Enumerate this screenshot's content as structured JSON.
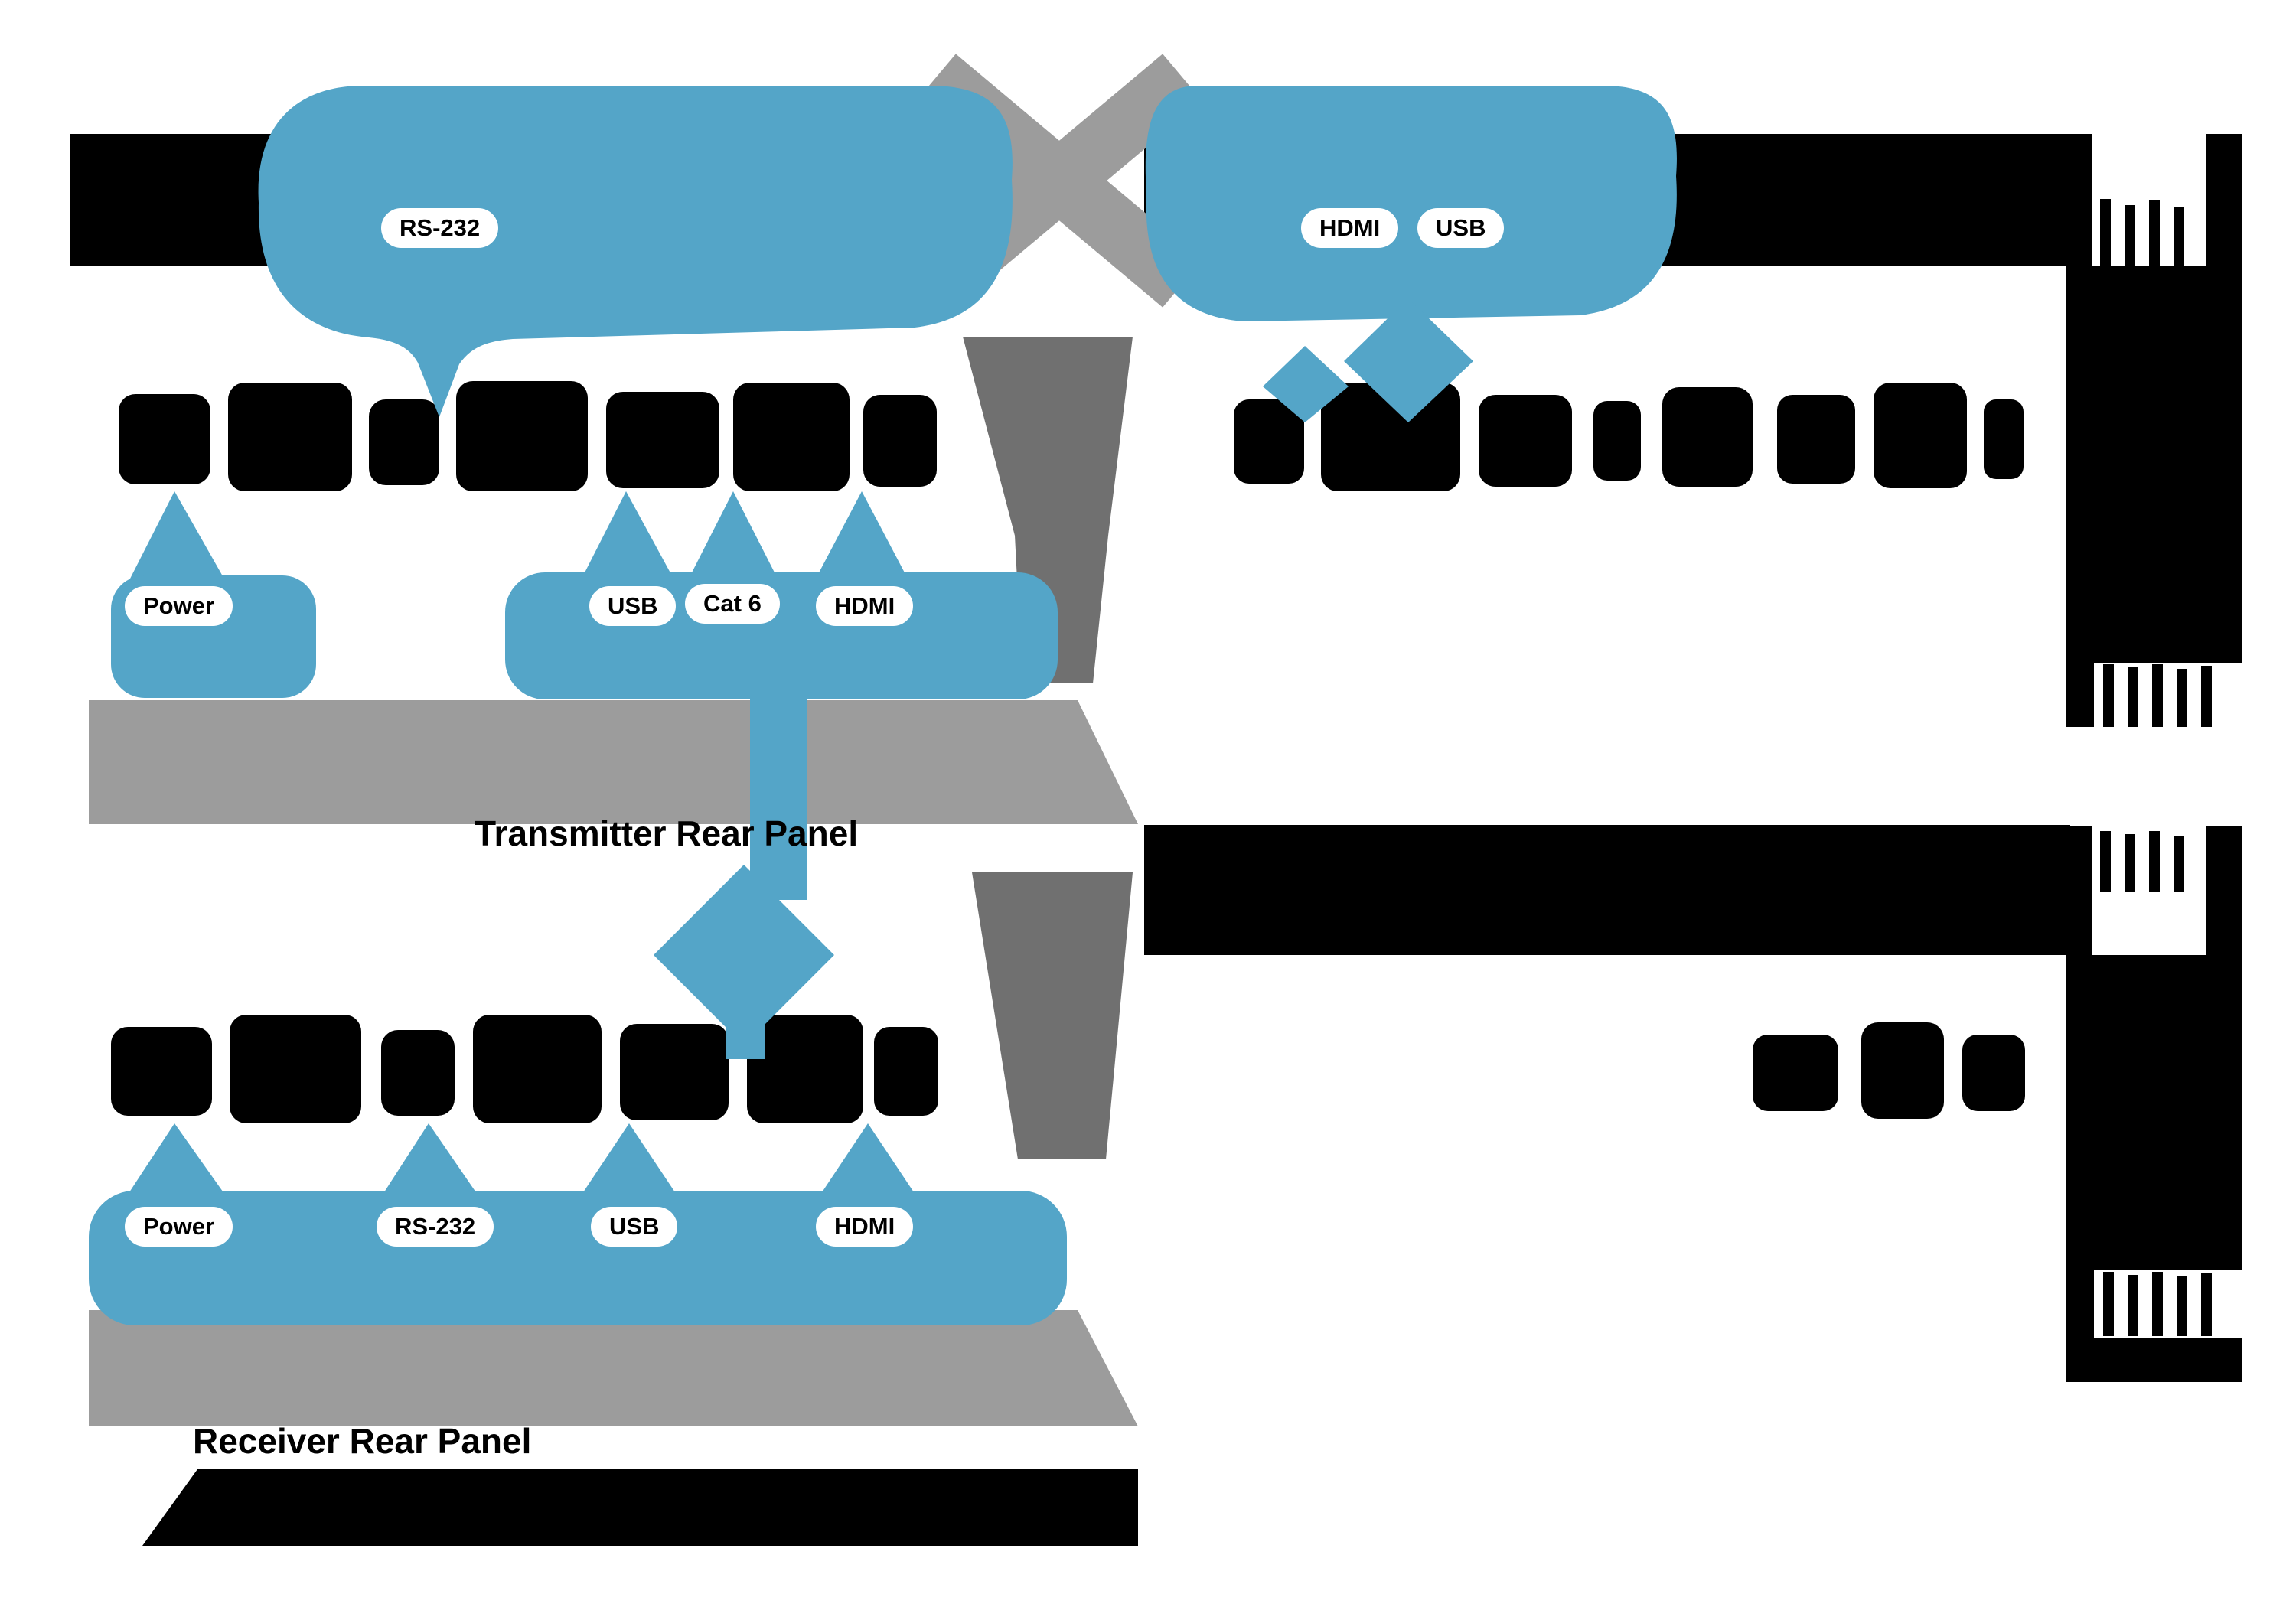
{
  "diagram": {
    "colors": {
      "callout_blue": "#54A5C8",
      "bar_gray": "#9C9C9C",
      "cable_gray": "#707070",
      "device_black": "#000000",
      "pill_bg": "#FFFFFF",
      "label_text": "#000000"
    },
    "top_unit": {
      "caption": "Transmitter Rear Panel",
      "labels": {
        "rs232": "RS-232",
        "hdmi_source": "HDMI",
        "usb_source": "USB",
        "power": "Power",
        "usb": "USB",
        "cat6": "Cat 6",
        "hdmi": "HDMI"
      }
    },
    "bottom_unit": {
      "caption": "Receiver Rear Panel",
      "labels": {
        "power": "Power",
        "rs232": "RS-232",
        "usb": "USB",
        "hdmi": "HDMI"
      }
    }
  }
}
